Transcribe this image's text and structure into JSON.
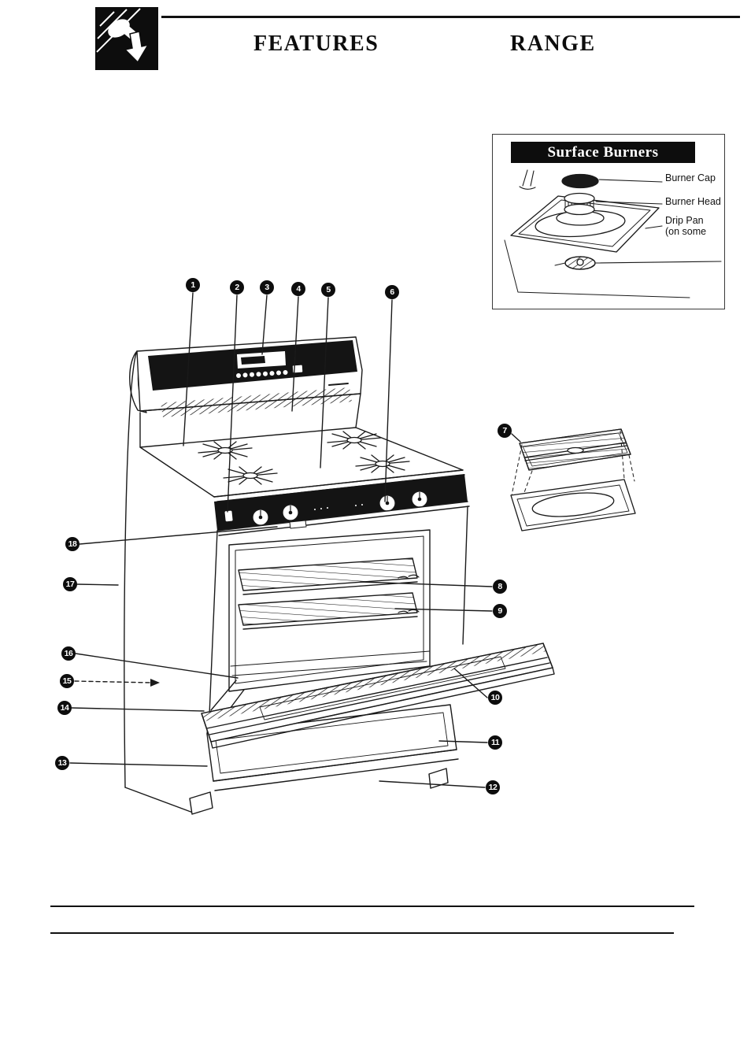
{
  "colors": {
    "ink": "#1a1a1a",
    "paper": "#ffffff",
    "panel_black": "#141414"
  },
  "header": {
    "title_left": "FEATURES",
    "title_right": "RANGE"
  },
  "inset": {
    "title": "Surface Burners",
    "labels": {
      "burner_cap": "Burner Cap",
      "burner_head": "Burner Head",
      "drip_pan_line1": "Drip Pan",
      "drip_pan_line2": "(on some"
    }
  },
  "callouts": [
    "1",
    "2",
    "3",
    "4",
    "5",
    "6",
    "7",
    "8",
    "9",
    "10",
    "11",
    "12",
    "13",
    "14",
    "15",
    "16",
    "17",
    "18"
  ]
}
